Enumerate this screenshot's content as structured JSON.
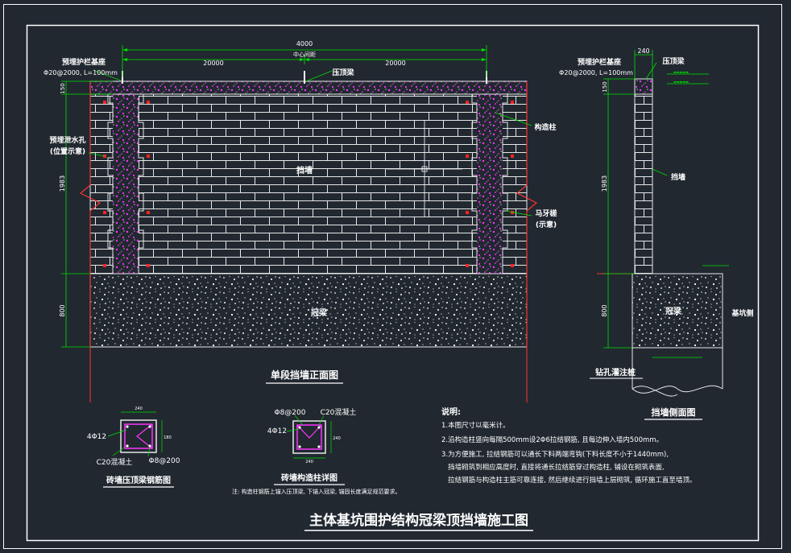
{
  "title": "主体基坑围护结构冠梁顶挡墙施工图",
  "front_view": {
    "caption": "单段挡墙正面图",
    "dim_total": "4000",
    "dim_center_label": "中心间距",
    "dim_left": "20000",
    "dim_right": "20000",
    "dim_top": "150",
    "dim_wall": "1983",
    "dim_beam": "800",
    "label_pile_left_1": "预埋护栏基座",
    "label_pile_left_2": "Φ20@2000, L=100mm",
    "label_cap_beam": "压顶梁",
    "label_drain_1": "预埋泄水孔",
    "label_drain_2": "(位置示意)",
    "label_column": "构造柱",
    "label_wall": "挡墙",
    "label_tooth_1": "马牙槎",
    "label_tooth_2": "(示意)",
    "label_crown_beam": "冠梁"
  },
  "side_view": {
    "caption": "挡墙侧面图",
    "dim_width": "240",
    "dim_top": "150",
    "dim_wall": "1983",
    "dim_beam": "800",
    "label_pile_1": "预埋护栏基座",
    "label_pile_2": "Φ20@2000, L=100mm",
    "label_cap_beam": "压顶梁",
    "label_wall": "挡墙",
    "label_crown_beam": "冠梁",
    "label_pit": "基坑侧",
    "label_bored_pile": "钻孔灌注桩"
  },
  "detail_cap": {
    "caption": "砖墙压顶梁钢筋图",
    "rebar": "4Φ12",
    "concrete": "C20混凝土",
    "stirrup": "Φ8@200"
  },
  "detail_column": {
    "caption": "砖墙构造柱详图",
    "stirrup": "Φ8@200",
    "concrete": "C20混凝土",
    "rebar": "4Φ12"
  },
  "note_small": "注: 构造柱钢筋上锚入压顶梁, 下锚入冠梁, 锚固长度满足规范要求。",
  "notes": {
    "heading": "说明:",
    "lines": [
      "1.本图尺寸以毫米计。",
      "2.沿构造柱竖向每隔500mm设2Φ6拉结钢筋, 且每边伸入墙内500mm。",
      "3.为方便施工, 拉结钢筋可以通长下料两端弯钩(下料长度不小于1440mm),",
      "   挡墙砌筑到相应高度时, 直接将通长拉结筋穿过构造柱, 铺设在砌筑表面,",
      "   拉结钢筋与构造柱主筋可靠连接, 然后继续进行挡墙上层砌筑, 循环施工直至墙顶。"
    ]
  }
}
